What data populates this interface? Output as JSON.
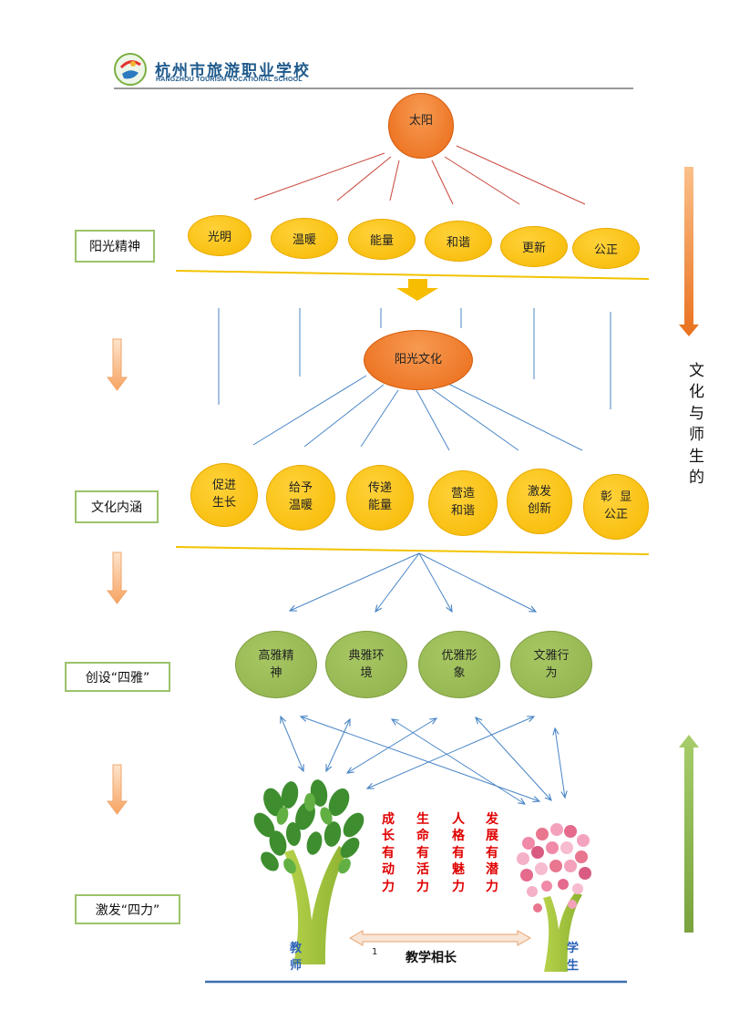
{
  "header": {
    "school_name_cn": "杭州市旅游职业学校",
    "school_name_en": "HANGZHOU TOURISM VOCATIONAL SCHOOL",
    "logo_icon": "school-logo-icon"
  },
  "left_labels": [
    "阳光精神",
    "文化内涵",
    "创设“四雅”",
    "激发“四力”"
  ],
  "sun": "太阳",
  "spirit_nodes": [
    "光明",
    "温暖",
    "能量",
    "和谐",
    "更新",
    "公正"
  ],
  "culture_node": "阳光文化",
  "connotation_nodes": [
    [
      "促进",
      "生长"
    ],
    [
      "给予",
      "温暖"
    ],
    [
      "传递",
      "能量"
    ],
    [
      "营造",
      "和谐"
    ],
    [
      "激发",
      "创新"
    ],
    [
      "彰  显",
      "公正"
    ]
  ],
  "four_elegance": [
    [
      "高雅精",
      "神"
    ],
    [
      "典雅环",
      "境"
    ],
    [
      "优雅形",
      "象"
    ],
    [
      "文雅行",
      "为"
    ]
  ],
  "four_powers": [
    [
      "成",
      "长",
      "有",
      "动",
      "力"
    ],
    [
      "生",
      "命",
      "有",
      "活",
      "力"
    ],
    [
      "人",
      "格",
      "有",
      "魅",
      "力"
    ],
    [
      "发",
      "展",
      "有",
      "潜",
      "力"
    ]
  ],
  "teacher_label": [
    "教",
    "师"
  ],
  "student_label": [
    "学",
    "生"
  ],
  "mutual_growth": "教学相长",
  "page_number": "1",
  "right_vertical_text": [
    "文",
    "化",
    "与",
    "师",
    "生",
    "的"
  ],
  "colors": {
    "sun_orange": "#ea6b17",
    "node_yellow": "#f6b800",
    "node_green": "#8fb14c",
    "arrow_orange": "#f28a3a",
    "arrow_green": "#8dbb4c",
    "connector_blue": "#4a86c6",
    "ray_red": "#c8453a",
    "power_text_red": "#e00000"
  }
}
